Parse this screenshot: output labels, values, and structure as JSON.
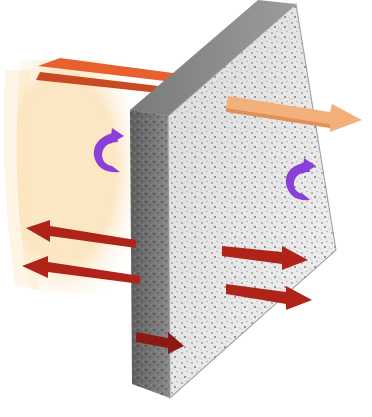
{
  "colors": {
    "background": "#ffffff",
    "glow": "#fbe2b8",
    "panel_face_gray": "#bdbdbd",
    "panel_face_light": "#e8e8e8",
    "panel_edge": "#6e6e6e",
    "arrow_incoming_orange": "#e8602e",
    "arrow_transmitted_peach": "#f4b07a",
    "arrow_dark_red": "#b02318",
    "curl_purple": "#8a3fd6"
  },
  "diagram": {
    "subject": "sound-insulating-panel",
    "icons": [
      "incident-sound-arrow",
      "transmitted-sound-arrow",
      "reflected-sound-arrows",
      "absorbed-sound-curl-icons",
      "internal-heat-arrows"
    ]
  }
}
